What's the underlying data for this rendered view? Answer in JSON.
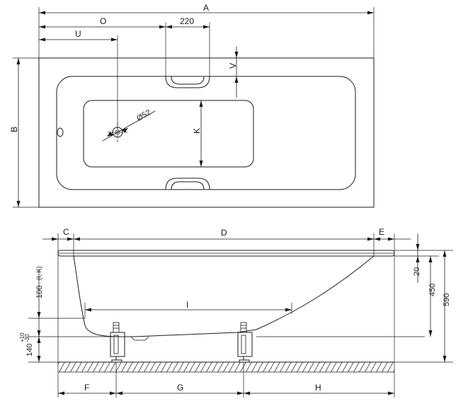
{
  "top_view": {
    "labels": {
      "A": "A",
      "O": "O",
      "U": "U",
      "w220": "220",
      "V": "V",
      "B": "B",
      "K": "K",
      "drain": "Ø52"
    }
  },
  "side_view": {
    "labels": {
      "C": "C",
      "D": "D",
      "E": "E",
      "I": "I",
      "F": "F",
      "G": "G",
      "H": "H",
      "h20": "20",
      "h450": "450",
      "h590": "590",
      "h100": "100",
      "h100_sub": "(I, K)",
      "h140": "140",
      "tol_plus": "+10",
      "tol_minus": "-30"
    }
  }
}
